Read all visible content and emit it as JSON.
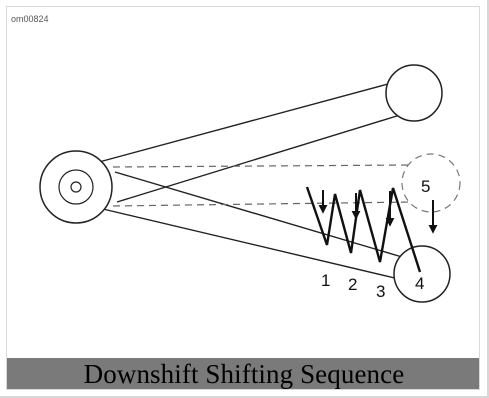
{
  "figure": {
    "id_label": "om00824",
    "caption": "Downshift Shifting Sequence",
    "positions": [
      "1",
      "2",
      "3",
      "4",
      "5"
    ]
  }
}
